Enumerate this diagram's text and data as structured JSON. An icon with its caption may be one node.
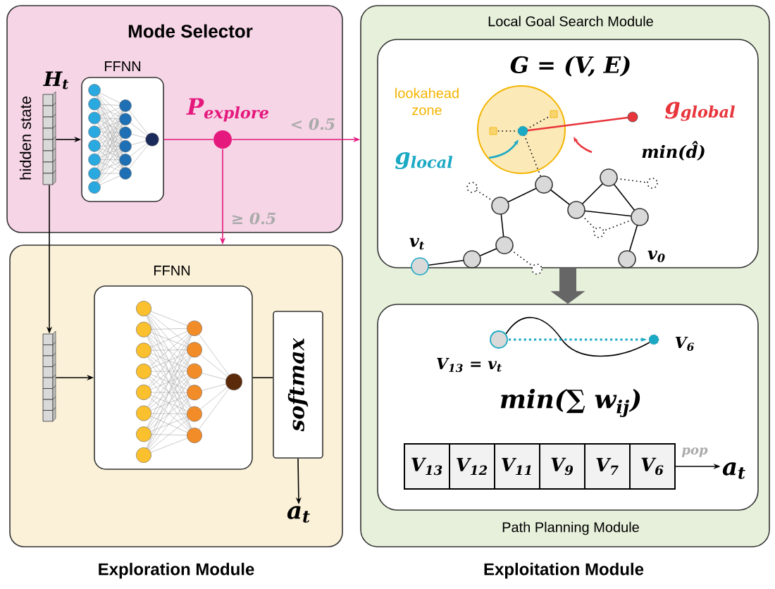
{
  "diagram": {
    "nodes": [
      {
        "text": [
          "Mode Selector"
        ]
      },
      {
        "text": [
          "FFNN"
        ],
        "in": 0
      },
      {
        "text": [],
        "shape": "bar",
        "in": 0,
        "beside": [
          "hidden state",
          "H$_{t}$"
        ]
      },
      {
        "text": [],
        "shape": "circle",
        "in": 0,
        "beside": [
          "P$_{explore}$"
        ]
      },
      {
        "text": [
          "Exploration Module"
        ]
      },
      {
        "text": [],
        "shape": "bar",
        "in": 4
      },
      {
        "text": [
          "FFNN"
        ],
        "in": 4
      },
      {
        "text": [
          "softmax"
        ],
        "in": 4
      },
      {
        "text": [
          "a$_{t}$"
        ],
        "in": 4
      },
      {
        "text": [
          "Exploitation Module"
        ]
      },
      {
        "text": [
          "Local Goal Search Module"
        ],
        "in": 9
      },
      {
        "text": [
          "Path Planning Module"
        ],
        "in": 9
      },
      {
        "text": [
          "a$_{t}$"
        ],
        "in": 11
      },
      {
        "text": [
          "V$_{13}$"
        ],
        "in": 11
      },
      {
        "text": [
          "V$_{12}$"
        ],
        "in": 11
      },
      {
        "text": [
          "V$_{11}$"
        ],
        "in": 11
      },
      {
        "text": [
          "V$_{9}$"
        ],
        "in": 11
      },
      {
        "text": [
          "V$_{7}$"
        ],
        "in": 11
      },
      {
        "text": [
          "V$_{6}$"
        ],
        "in": 11
      }
    ],
    "edges": [
      {
        "from": 2,
        "to": 1,
        "arrow": "to"
      },
      {
        "from": 1,
        "to": 3,
        "arrow": "none",
        "color": "#e5197d"
      },
      {
        "from": 3,
        "to": 9,
        "arrow": "to",
        "label": "< 0.5",
        "color": "#e5197d"
      },
      {
        "from": 3,
        "to": 4,
        "arrow": "to",
        "label": "≥ 0.5",
        "color": "#e5197d"
      },
      {
        "from": 2,
        "to": 5,
        "arrow": "to"
      },
      {
        "from": 5,
        "to": 6,
        "arrow": "to"
      },
      {
        "from": 6,
        "to": 7,
        "arrow": "none"
      },
      {
        "from": 7,
        "to": 8,
        "arrow": "to"
      },
      {
        "from": 10,
        "to": 11,
        "arrow": "to",
        "style": "thick",
        "color": "#666666"
      },
      {
        "from": 18,
        "to": 12,
        "arrow": "to",
        "label": "pop"
      }
    ],
    "labels": [
      "G = (V, E)",
      "lookahead zone",
      "g$_{global}$",
      "min(d̂)",
      "g$_{local}$",
      "v$_{t}$",
      "v$_{0}$",
      "V$_{13}$ = v$_{t}$",
      "V$_{6}$",
      "min(∑ w$_{ij}$)"
    ]
  }
}
